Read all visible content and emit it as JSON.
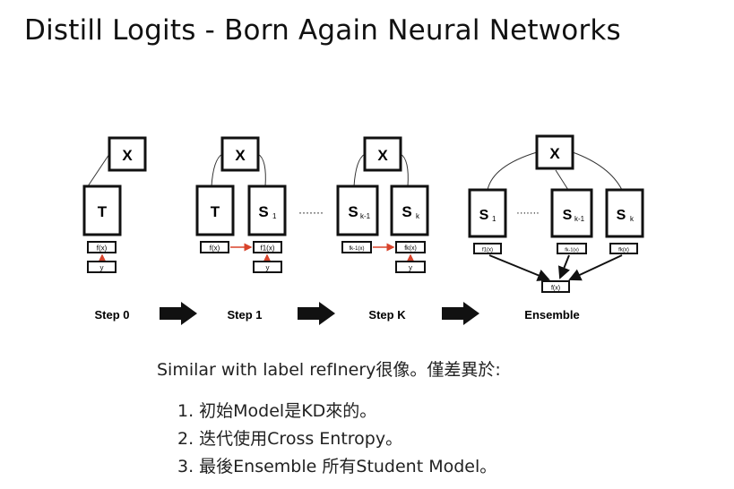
{
  "slide": {
    "title": "Distill Logits - Born Again Neural Networks",
    "caption": "Similar with label refInery很像。僅差異於:",
    "list_items": [
      "1. 初始Model是KD來的。",
      "2. 迭代使用Cross Entropy。",
      "3. 最後Ensemble 所有Student Model。"
    ]
  },
  "figure": {
    "node_x": "X",
    "node_t": "T",
    "node_s1": "S",
    "sub_1": "1",
    "node_sk_minus": "S",
    "sub_k_minus": "k-1",
    "node_sk": "S",
    "sub_k": "k",
    "ellipsis": "·······",
    "out_fx": "f(x)",
    "out_f1x": "f1(x)",
    "out_fk1x": "fk-1(x)",
    "out_fkx": "fk(x)",
    "out_f1x_small": "f1(x)",
    "label_y": "y",
    "step0": "Step 0",
    "step1": "Step 1",
    "stepk": "Step K",
    "ensemble": "Ensemble",
    "colors": {
      "red_arrow": "#d8432b",
      "black": "#111111"
    }
  }
}
